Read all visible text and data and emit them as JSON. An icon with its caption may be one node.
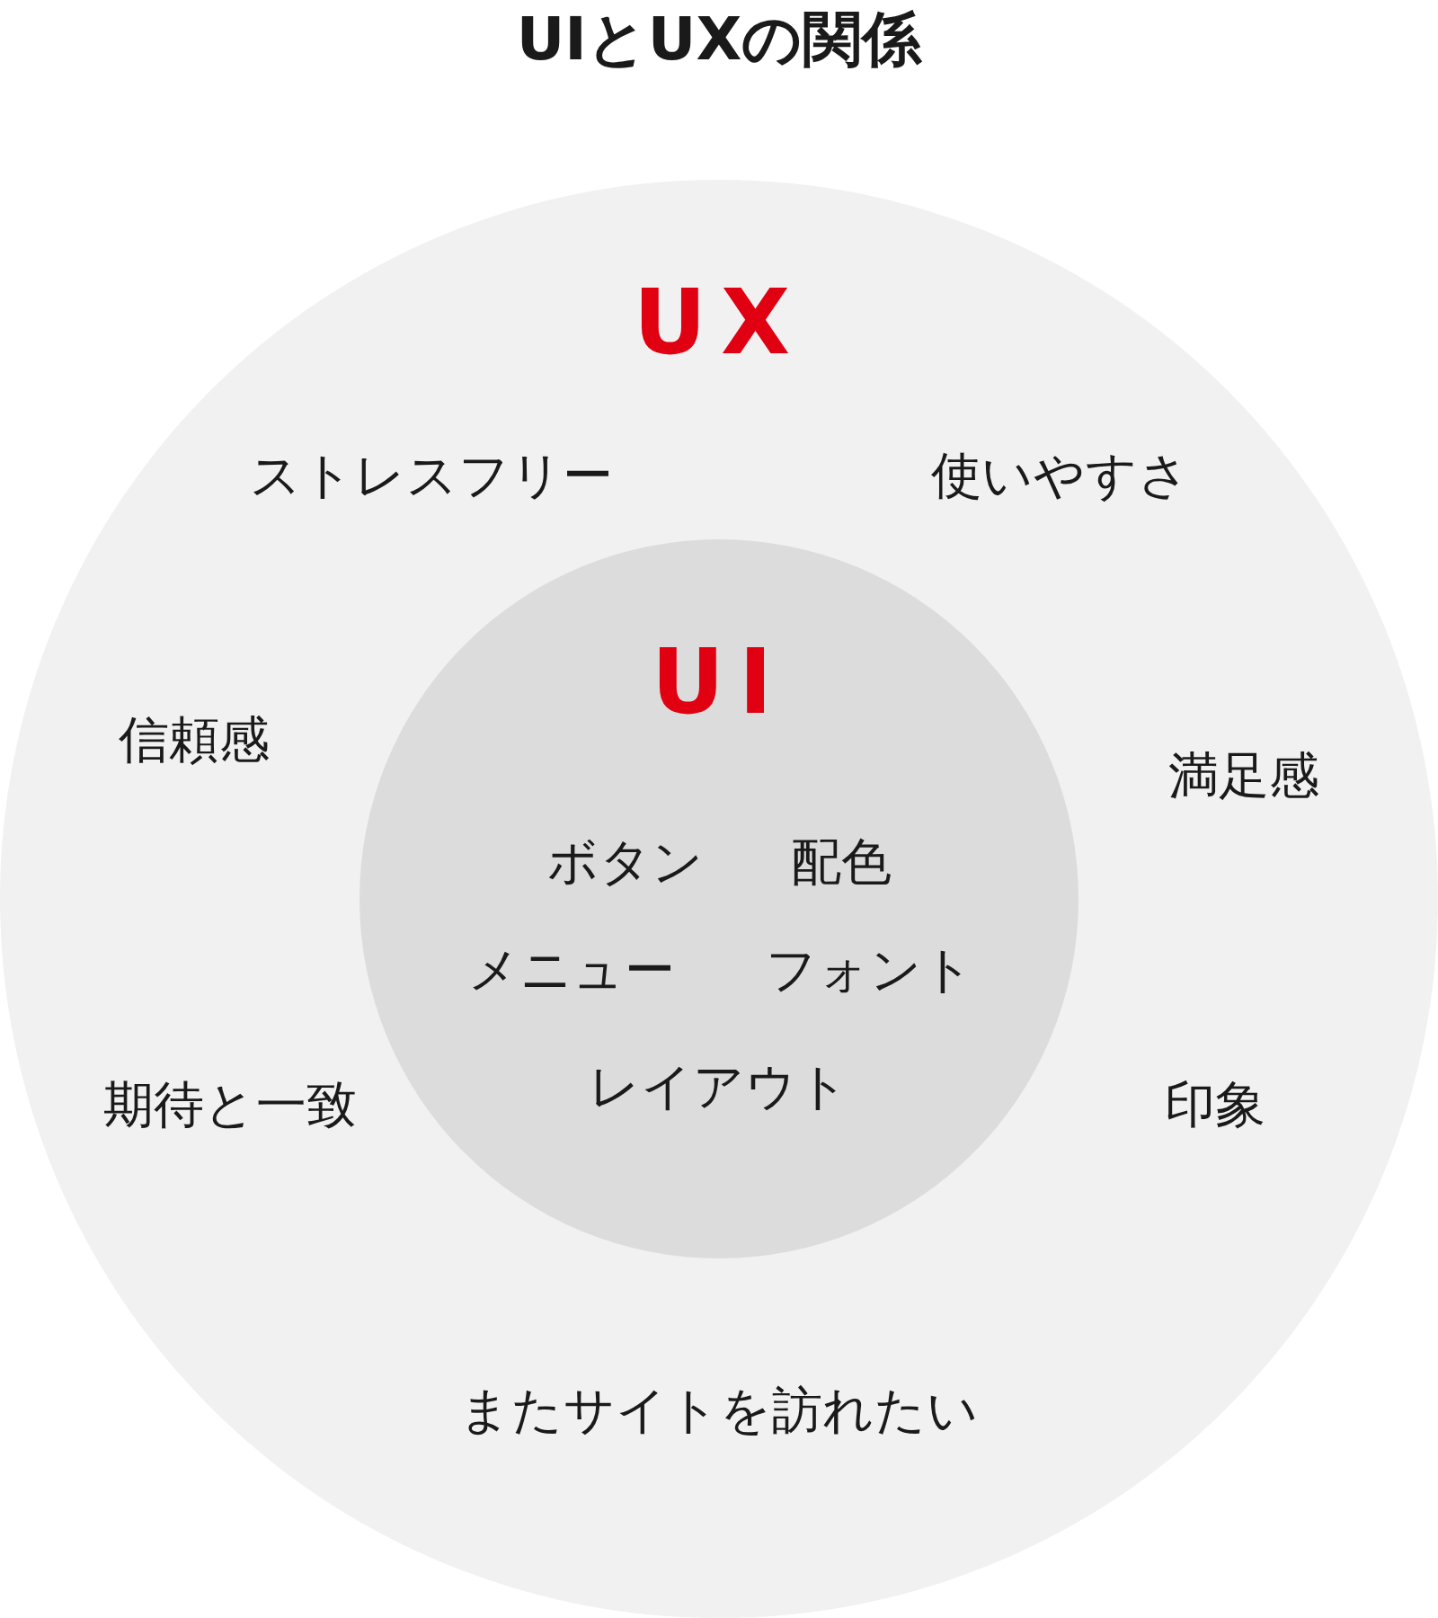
{
  "diagram": {
    "title": "UIとUXの関係",
    "nodes": [
      {
        "text": [
          "UX",
          "ストレスフリー",
          "使いやすさ",
          "信頼感",
          "満足感",
          "期待と一致",
          "印象",
          "またサイトを訪れたい"
        ]
      },
      {
        "text": [
          "UI",
          "ボタン",
          "配色",
          "メニュー",
          "フォント",
          "レイアウト"
        ],
        "in": 0
      }
    ]
  }
}
